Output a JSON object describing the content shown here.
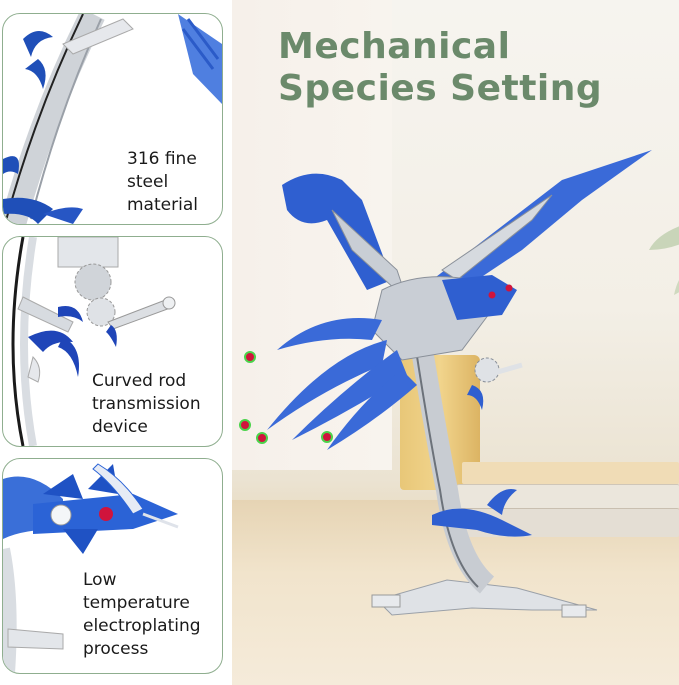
{
  "title": {
    "line1": "Mechanical",
    "line2": "Species Setting",
    "color": "#6b8a6b"
  },
  "features": [
    {
      "caption_lines": [
        "316 fine",
        "steel",
        "material"
      ],
      "icon": "steel-rod-closeup"
    },
    {
      "caption_lines": [
        "Curved rod",
        "transmission",
        "device"
      ],
      "icon": "gear-transmission-closeup"
    },
    {
      "caption_lines": [
        "Low",
        "temperature",
        "electroplating",
        "process"
      ],
      "icon": "phoenix-head-closeup"
    }
  ],
  "product": {
    "subject": "blue-silver-mechanical-phoenix-model",
    "accent_color": "#2f5fd0",
    "eye_color": "#d0143c"
  },
  "colors": {
    "card_border": "#8fae8f",
    "caption_text": "#1a1a1a"
  }
}
